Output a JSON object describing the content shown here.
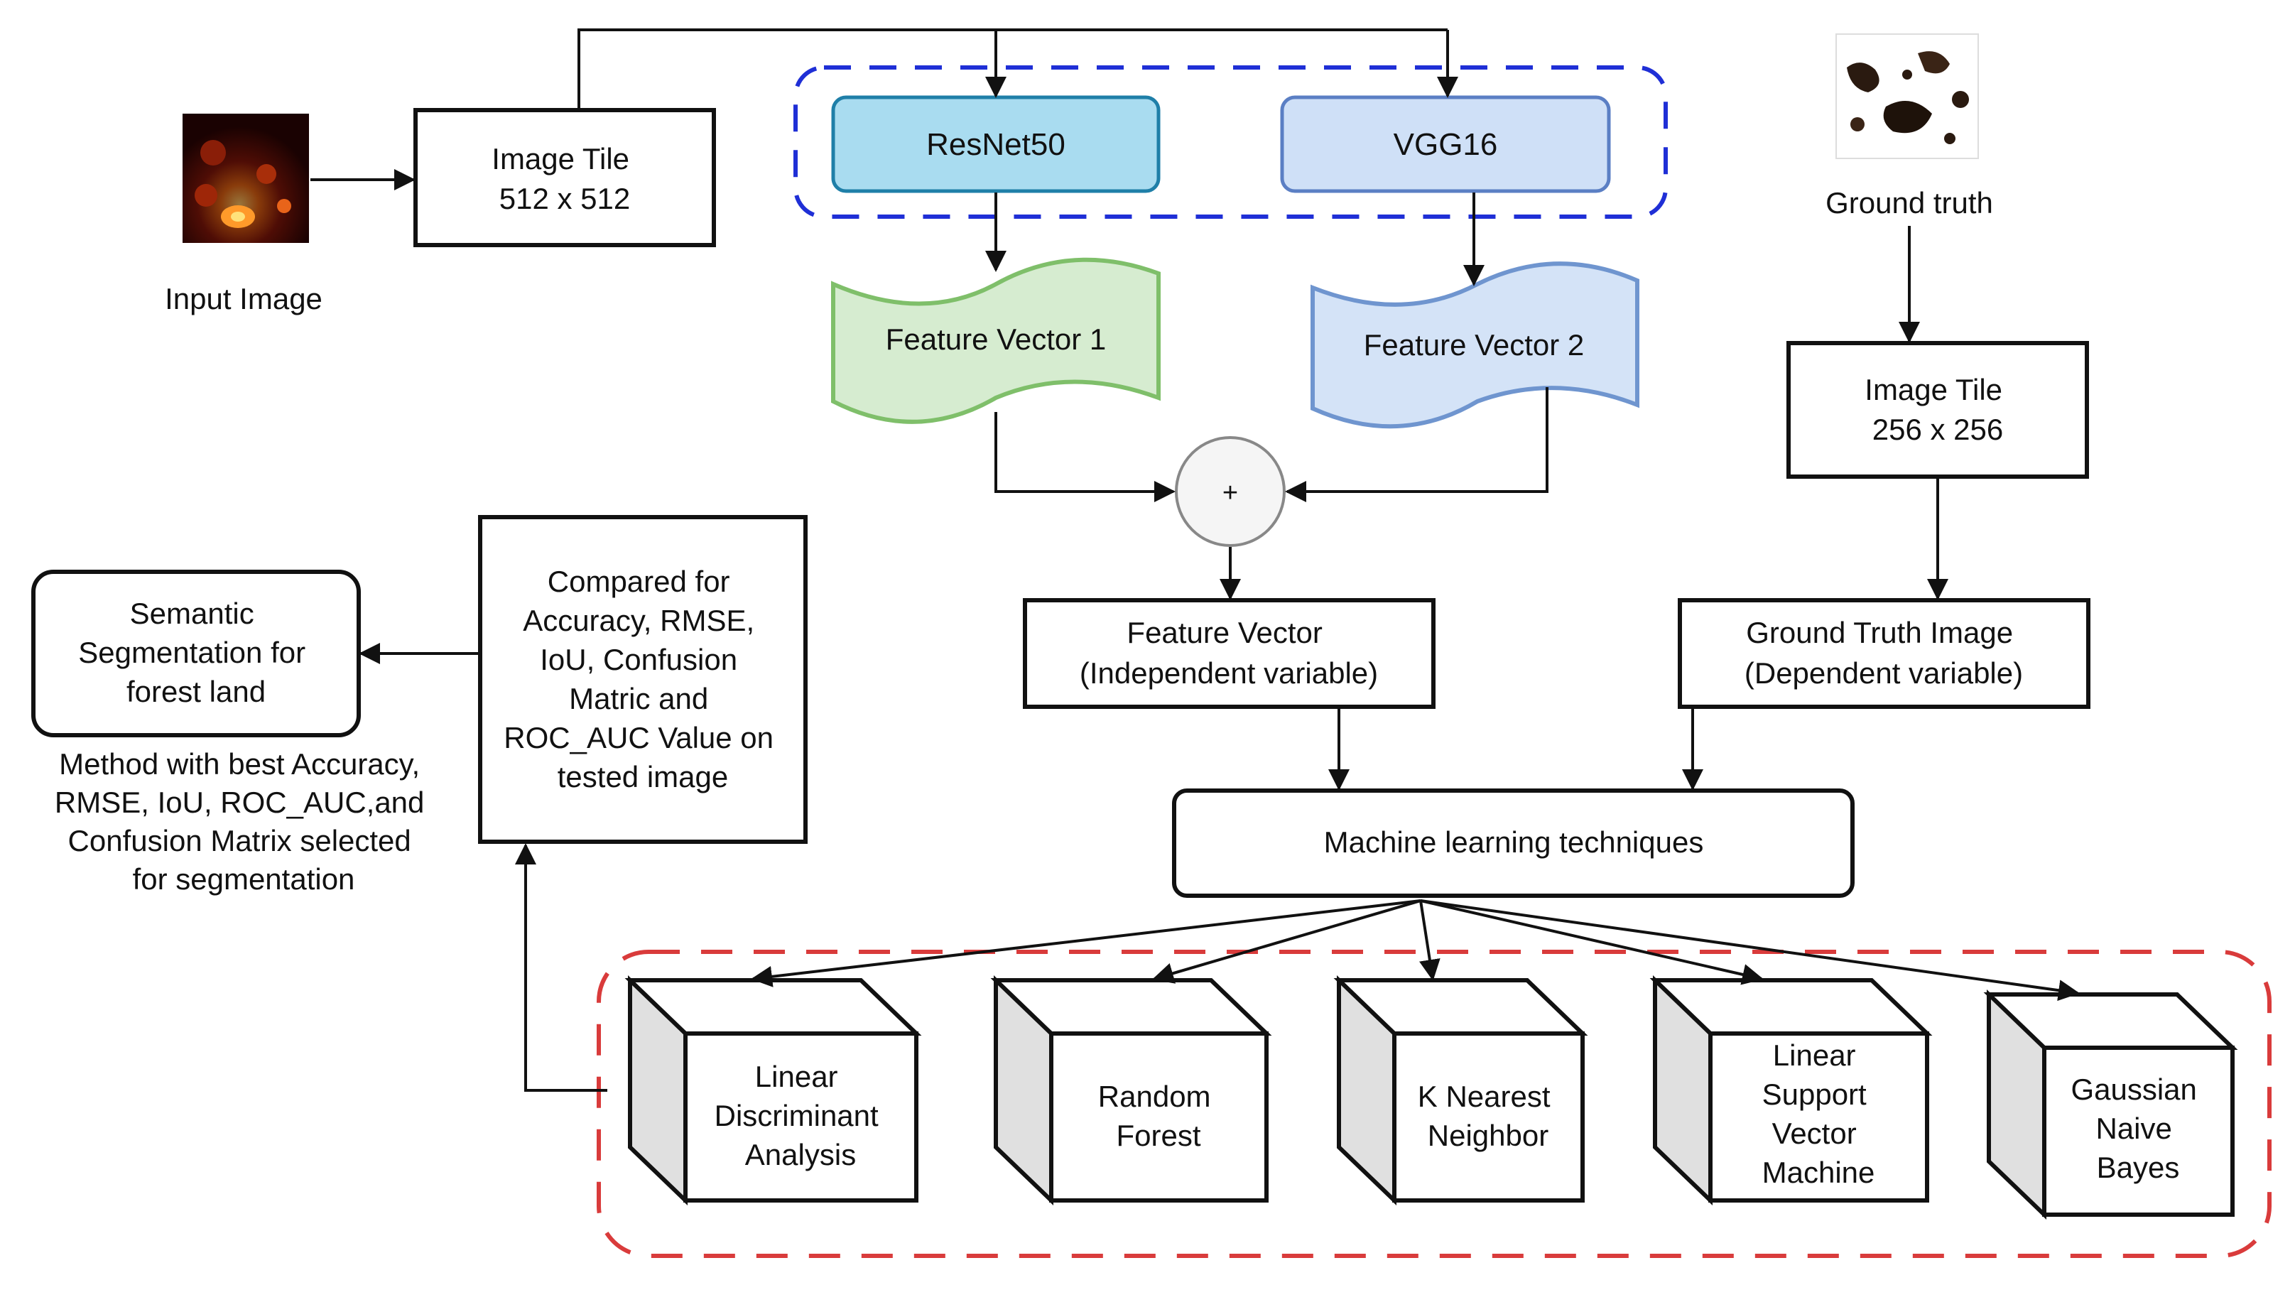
{
  "input_image": {
    "caption": "Input Image"
  },
  "image_tile_512": {
    "lines": [
      "Image Tile",
      "512 x 512"
    ]
  },
  "resnet50": {
    "label": "ResNet50"
  },
  "vgg16": {
    "label": "VGG16"
  },
  "feature_vector_1": {
    "label": "Feature Vector 1"
  },
  "feature_vector_2": {
    "label": "Feature Vector 2"
  },
  "concat_node": {
    "symbol": "+"
  },
  "ground_truth": {
    "caption": "Ground truth"
  },
  "image_tile_256": {
    "lines": [
      "Image Tile",
      "256 x 256"
    ]
  },
  "feature_vector": {
    "lines": [
      "Feature Vector",
      "(Independent variable)"
    ]
  },
  "ground_truth_image": {
    "lines": [
      "Ground Truth Image",
      "(Dependent variable)"
    ]
  },
  "ml_techniques": {
    "label": "Machine learning techniques"
  },
  "comparison": {
    "lines": [
      "Compared for",
      "Accuracy, RMSE,",
      "IoU, Confusion",
      "Matric and",
      "ROC_AUC Value on",
      "tested image"
    ]
  },
  "semantic_segmentation": {
    "lines": [
      "Semantic",
      "Segmentation for",
      "forest land"
    ]
  },
  "selection_note": {
    "lines": [
      "Method with best Accuracy,",
      "RMSE, IoU, ROC_AUC,and",
      "Confusion Matrix selected",
      "for segmentation"
    ]
  },
  "methods": [
    {
      "lines": [
        "Linear",
        "Discriminant",
        "Analysis"
      ]
    },
    {
      "lines": [
        "Random",
        "Forest"
      ]
    },
    {
      "lines": [
        "K Nearest",
        "Neighbor"
      ]
    },
    {
      "lines": [
        "Linear",
        "Support",
        "Vector",
        "Machine"
      ]
    },
    {
      "lines": [
        "Gaussian",
        "Naive",
        "Bayes"
      ]
    }
  ],
  "colors": {
    "resnet_fill": "#a9dcf0",
    "resnet_stroke": "#1f7fa8",
    "vgg_fill": "#cfe0f7",
    "vgg_stroke": "#5b7fc4",
    "fv1_fill": "#d6ecd0",
    "fv1_stroke": "#7fbf6a",
    "fv2_fill": "#d4e3f7",
    "fv2_stroke": "#6f95cf",
    "blue_dash": "#1f2fd6",
    "red_dash": "#d93b3b",
    "line": "#111111"
  }
}
